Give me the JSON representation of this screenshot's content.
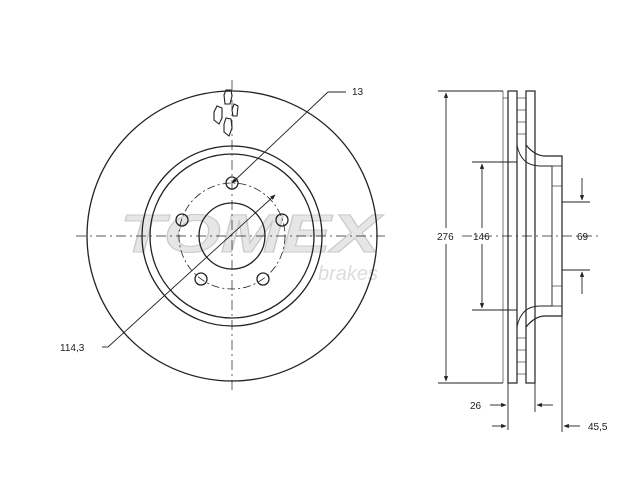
{
  "watermark": {
    "brand": "TOMEX",
    "sub": "brakes"
  },
  "dimensions": {
    "hole_diameter": "13",
    "bolt_circle": "114,3",
    "outer_diameter": "276",
    "hat_diameter": "146",
    "center_bore": "69",
    "thickness": "26",
    "total_height": "45,5"
  },
  "colors": {
    "line": "#222222",
    "watermark": "#d0d0d0"
  }
}
